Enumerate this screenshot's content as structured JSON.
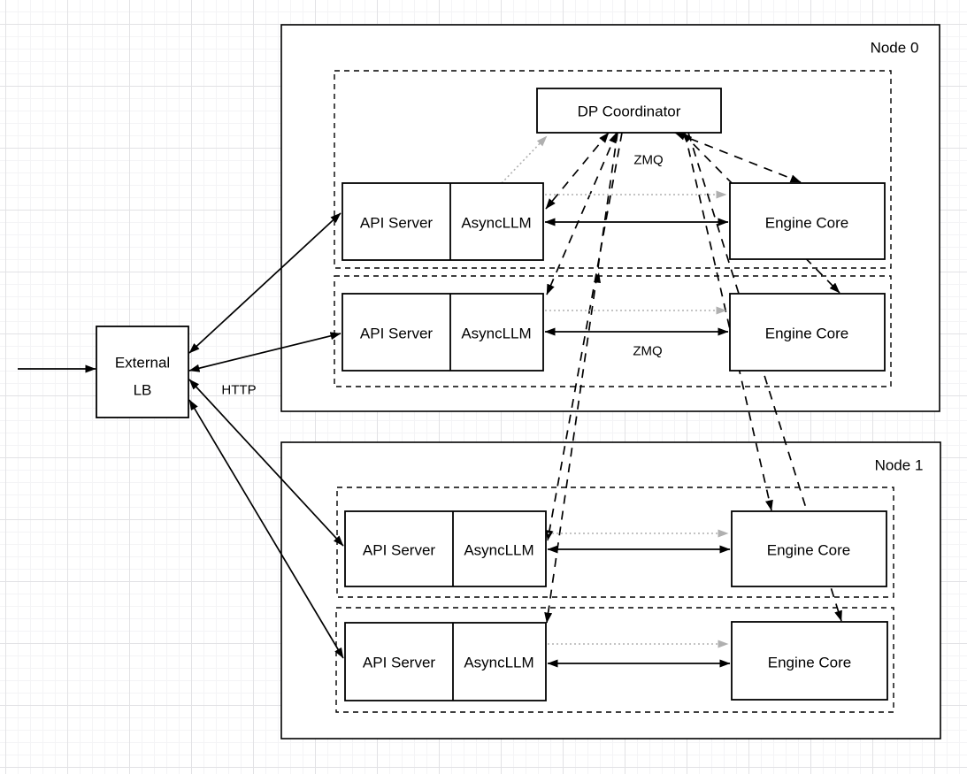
{
  "diagram": {
    "external_lb": {
      "lines": [
        "External",
        "LB"
      ]
    },
    "dp_coordinator": {
      "label": "DP Coordinator"
    },
    "labels": {
      "http": "HTTP",
      "zmq_top": "ZMQ",
      "zmq_row": "ZMQ"
    },
    "nodes": [
      {
        "label": "Node 0",
        "rows": [
          {
            "api_server": "API Server",
            "async_llm": "AsyncLLM",
            "engine_core": "Engine Core"
          },
          {
            "api_server": "API Server",
            "async_llm": "AsyncLLM",
            "engine_core": "Engine Core"
          }
        ]
      },
      {
        "label": "Node 1",
        "rows": [
          {
            "api_server": "API Server",
            "async_llm": "AsyncLLM",
            "engine_core": "Engine Core"
          },
          {
            "api_server": "API Server",
            "async_llm": "AsyncLLM",
            "engine_core": "Engine Core"
          }
        ]
      }
    ],
    "colors": {
      "line": "#000000",
      "muted_arrow": "#b0b0b0",
      "box_fill": "#ffffff"
    }
  }
}
